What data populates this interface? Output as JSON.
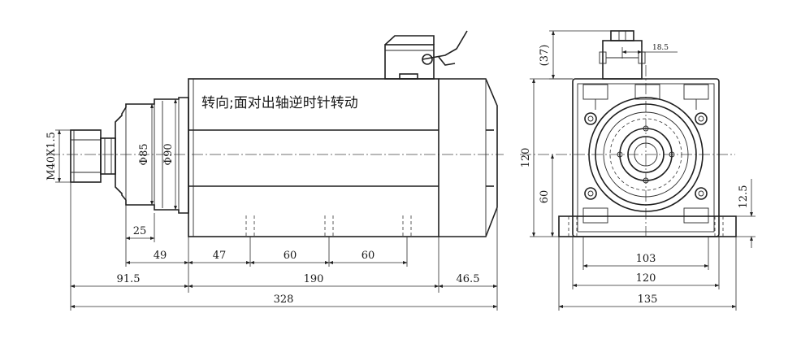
{
  "rotation_note": "转向;面对出轴逆时针转动",
  "side_view": {
    "thread": "M40X1.5",
    "dia_85": "Φ85",
    "dia_90": "Φ90",
    "dim_25": "25",
    "dim_49": "49",
    "dim_47": "47",
    "dim_60a": "60",
    "dim_60b": "60",
    "dim_91_5": "91.5",
    "dim_190": "190",
    "dim_46_5": "46.5",
    "dim_328": "328"
  },
  "end_view": {
    "dim_37": "(37)",
    "dim_18_5": "18.5",
    "dim_120_v": "120",
    "dim_60_v": "60",
    "dim_12_5": "12.5",
    "dim_103": "103",
    "dim_120_h": "120",
    "dim_135": "135"
  }
}
